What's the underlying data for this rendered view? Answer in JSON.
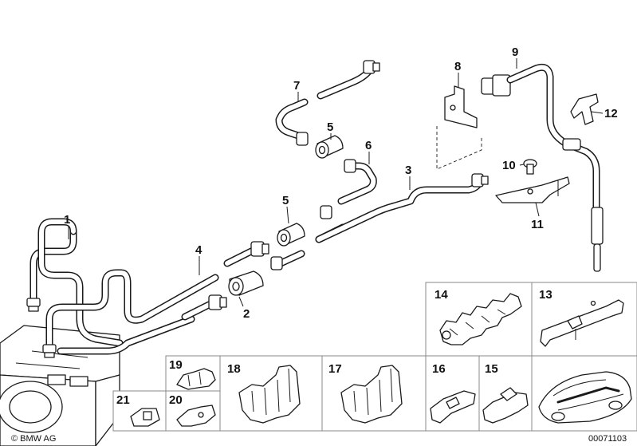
{
  "callouts": {
    "c1": "1",
    "c2": "2",
    "c3": "3",
    "c4": "4",
    "c5a": "5",
    "c5b": "5",
    "c6": "6",
    "c7": "7",
    "c8": "8",
    "c9": "9",
    "c10": "10",
    "c11": "11",
    "c12": "12",
    "c13": "13",
    "c14": "14",
    "c15": "15",
    "c16": "16",
    "c17": "17",
    "c18": "18",
    "c19": "19",
    "c20": "20",
    "c21": "21"
  },
  "copyright": "© BMW AG",
  "diagram_number": "00071103"
}
